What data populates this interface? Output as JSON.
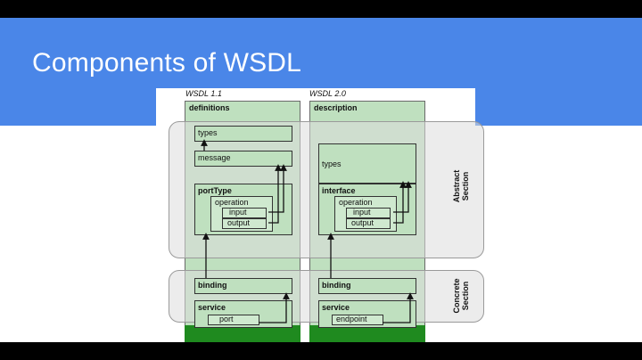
{
  "slide": {
    "title": "Components of WSDL"
  },
  "diagram": {
    "wsdl11": {
      "heading": "WSDL 1.1",
      "root": "definitions",
      "types": "types",
      "message": "message",
      "porttype": "portType",
      "operation": "operation",
      "input": "input",
      "output": "output",
      "binding": "binding",
      "service": "service",
      "port": "port"
    },
    "wsdl20": {
      "heading": "WSDL 2.0",
      "root": "description",
      "types": "types",
      "interface": "interface",
      "operation": "operation",
      "input": "input",
      "output": "output",
      "binding": "binding",
      "service": "service",
      "endpoint": "endpoint"
    },
    "sections": {
      "abstract": [
        "Abstract",
        "Section"
      ],
      "concrete": [
        "Concrete",
        "Section"
      ]
    }
  },
  "colors": {
    "banner": "#4a86e8",
    "column_fill": "#bfe0bf",
    "column_foot": "#1f8a1f"
  }
}
